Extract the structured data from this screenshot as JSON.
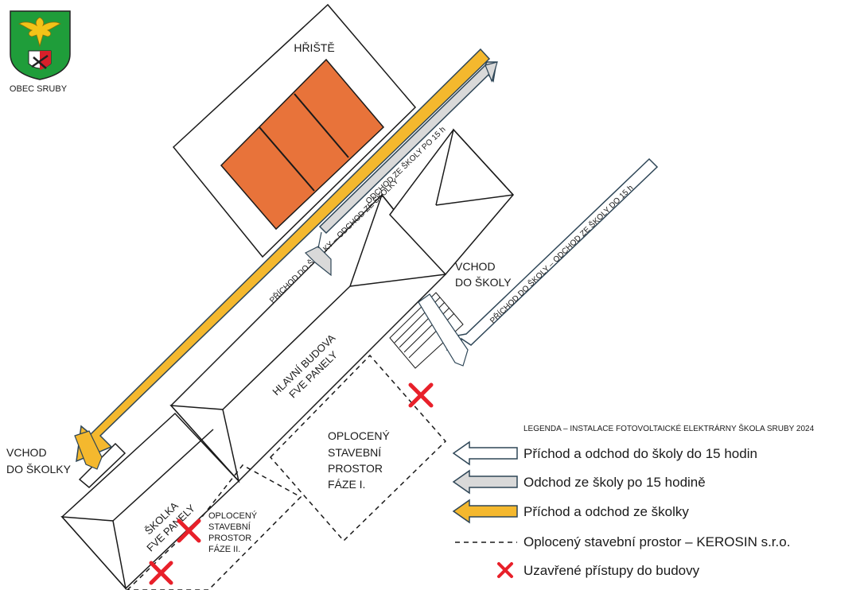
{
  "logo": {
    "caption": "OBEC SRUBY",
    "colors": {
      "field": "#1f9d3a",
      "eagle": "#f2c318",
      "outline": "#222222"
    }
  },
  "map": {
    "playground_label": "HŘIŠTĚ",
    "main_building_label": [
      "HLAVNÍ BUDOVA",
      "FVE PANELY"
    ],
    "kindergarten_label": [
      "ŠKOLKA",
      "FVE PANELY"
    ],
    "school_entrance_label": [
      "VCHOD",
      "DO ŠKOLY"
    ],
    "kindergarten_entrance_label": [
      "VCHOD",
      "DO ŠKOLKY"
    ],
    "fenced_area_1_label": [
      "OPLOCENÝ",
      "STAVEBNÍ",
      "PROSTOR",
      "FÁZE I."
    ],
    "fenced_area_2_label": [
      "OPLOCENÝ",
      "STAVEBNÍ",
      "PROSTOR",
      "FÁZE II."
    ],
    "arrow_yellow_text": "PŘÍCHOD DO ŠKOLKY – ODCHOD ZE ŠKOLKY",
    "arrow_gray_text": "ODCHOD ZE ŠKOLY PO 15 h",
    "arrow_white_text": "PŘÍCHOD DO ŠKOLY – ODCHOD ZE ŠKOLY DO 15 h",
    "colors": {
      "court": "#e8733a",
      "yellow_arrow": "#f4b82e",
      "gray_arrow": "#d9d9d9",
      "white_arrow": "#ffffff",
      "arrow_stroke": "#2e4657",
      "closed_x": "#e8202a"
    }
  },
  "legend": {
    "title": "LEGENDA – INSTALACE FOTOVOLTAICKÉ ELEKTRÁRNY ŠKOLA SRUBY 2024",
    "items": [
      {
        "symbol": "white-arrow",
        "label": "Příchod a odchod do školy do 15 hodin"
      },
      {
        "symbol": "gray-arrow",
        "label": "Odchod ze školy po 15 hodině"
      },
      {
        "symbol": "yellow-arrow",
        "label": "Příchod a odchod ze školky"
      },
      {
        "symbol": "dashed-line",
        "label": "Oplocený stavební prostor – KEROSIN s.r.o."
      },
      {
        "symbol": "red-x",
        "label": "Uzavřené přístupy do budovy"
      }
    ]
  }
}
